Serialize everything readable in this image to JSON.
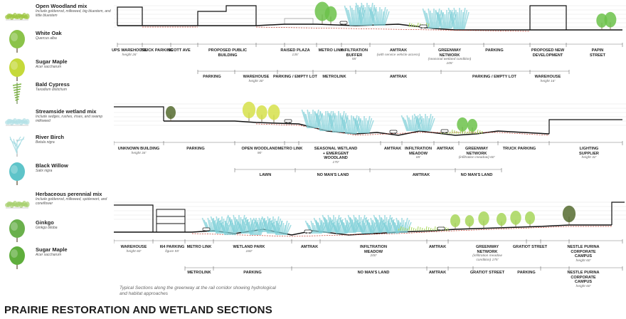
{
  "legend": [
    {
      "name": "Open Woodland mix",
      "sub": "Include goldenrod, milkweed, big bluestem, and little bluestem",
      "icon": "open-woodland-icon",
      "color": "#9bc53d"
    },
    {
      "name": "White Oak",
      "sub": "Quercus alba",
      "icon": "white-oak-icon",
      "color": "#8bc34a"
    },
    {
      "name": "Sugar Maple",
      "sub": "Acer saccharum",
      "icon": "sugar-maple-icon",
      "color": "#c5d93a"
    },
    {
      "name": "Bald Cypress",
      "sub": "Taxodium distichum",
      "icon": "bald-cypress-icon",
      "color": "#7cb342"
    },
    {
      "name": "Streamside wetland mix",
      "sub": "Include sedges, rushes, irises, and swamp milkweed",
      "icon": "streamside-wetland-icon",
      "color": "#b2e0e6"
    },
    {
      "name": "River Birch",
      "sub": "Betula nigra",
      "icon": "river-birch-icon",
      "color": "#a7dce3"
    },
    {
      "name": "Black Willow",
      "sub": "Salix nigra",
      "icon": "black-willow-icon",
      "color": "#5ec4c9"
    },
    {
      "name": "Herbaceous perennial mix",
      "sub": "Include goldenrod, milkweed, spiderwort, and coneflower",
      "icon": "herbaceous-perennial-icon",
      "color": "#a5cf6b"
    },
    {
      "name": "Ginkgo",
      "sub": "Ginkgo biloba",
      "icon": "ginkgo-icon",
      "color": "#6ab04c"
    },
    {
      "name": "Sugar Maple",
      "sub": "Acer saccharum",
      "icon": "sugar-maple-2-icon",
      "color": "#5fae3c"
    }
  ],
  "sections": [
    {
      "top": [
        {
          "t": "UPS WAREHOUSE",
          "s": "height 26'"
        },
        {
          "t": "TRUCK PARKING",
          "s": ""
        },
        {
          "t": "SCOTT AVE",
          "s": ""
        },
        {
          "t": "PROPOSED PUBLIC BUILDING",
          "s": ""
        },
        {
          "t": "RAISED PLAZA",
          "s": "135'"
        },
        {
          "t": "METRO LINK",
          "s": ""
        },
        {
          "t": "INFILTRATION BUFFER",
          "s": "55'"
        },
        {
          "t": "AMTRAK",
          "s": "(with service vehicle access)"
        },
        {
          "t": "GREENWAY NETWORK",
          "s": "(seasonal wetland condition) 105'"
        },
        {
          "t": "PARKING",
          "s": ""
        },
        {
          "t": "PROPOSED NEW DEVELOPMENT",
          "s": ""
        },
        {
          "t": "PAPIN STREET",
          "s": ""
        }
      ],
      "bottom": [
        {
          "t": "PARKING",
          "s": ""
        },
        {
          "t": "WAREHOUSE",
          "s": "height 30'"
        },
        {
          "t": "PARKING / EMPTY LOT",
          "s": ""
        },
        {
          "t": "METROLINK",
          "s": ""
        },
        {
          "t": "AMTRAK",
          "s": ""
        },
        {
          "t": "PARKING / EMPTY LOT",
          "s": ""
        },
        {
          "t": "WAREHOUSE",
          "s": "height 16'"
        }
      ]
    },
    {
      "top": [
        {
          "t": "UNKNOWN BUILDING",
          "s": "height 34'"
        },
        {
          "t": "PARKING",
          "s": ""
        },
        {
          "t": "OPEN WOODLAND",
          "s": "90'"
        },
        {
          "t": "METRO LINK",
          "s": ""
        },
        {
          "t": "SEASONAL WETLAND + EMERGENT WOODLAND",
          "s": "170'"
        },
        {
          "t": "AMTRAK",
          "s": ""
        },
        {
          "t": "INFILTRATION MEADOW",
          "s": "65'"
        },
        {
          "t": "AMTRAK",
          "s": ""
        },
        {
          "t": "GREENWAY NETWORK",
          "s": "(infiltration meadow) 60'"
        },
        {
          "t": "TRUCK PARKING",
          "s": ""
        },
        {
          "t": "LIGHTING SUPPLIER",
          "s": "height 32'"
        }
      ],
      "bottom": [
        {
          "t": "LAWN",
          "s": ""
        },
        {
          "t": "NO MAN'S LAND",
          "s": ""
        },
        {
          "t": "AMTRAK",
          "s": ""
        },
        {
          "t": "NO MAN'S LAND",
          "s": ""
        }
      ]
    },
    {
      "top": [
        {
          "t": "WAREHOUSE",
          "s": "height 60'"
        },
        {
          "t": "I64 PARKING",
          "s": "figure 55'"
        },
        {
          "t": "METRO LINK",
          "s": ""
        },
        {
          "t": "WETLAND PARK",
          "s": "160'"
        },
        {
          "t": "AMTRAK",
          "s": ""
        },
        {
          "t": "INFILTRATION MEADOW",
          "s": "200'"
        },
        {
          "t": "AMTRAK",
          "s": ""
        },
        {
          "t": "GREENWAY NETWORK",
          "s": "(infiltration meadow condition) 175'"
        },
        {
          "t": "GRATIOT STREET",
          "s": ""
        },
        {
          "t": "NESTLE PURINA CORPORATE CAMPUS",
          "s": "height 60'"
        }
      ],
      "bottom": [
        {
          "t": "METROLINK",
          "s": ""
        },
        {
          "t": "PARKING",
          "s": ""
        },
        {
          "t": "NO MAN'S LAND",
          "s": ""
        },
        {
          "t": "AMTRAK",
          "s": ""
        },
        {
          "t": "GRATIOT STREET",
          "s": ""
        },
        {
          "t": "PARKING",
          "s": ""
        },
        {
          "t": "NESTLE PURINA CORPORATE CAMPUS",
          "s": "height 60'"
        }
      ]
    }
  ],
  "caption": "Typical Sections along the greenway at the rail corridor showing hydrological and habitat approaches",
  "title": "PRAIRIE RESTORATION AND WETLAND SECTIONS",
  "colors": {
    "ground": "#111111",
    "rail": "#c0392b",
    "willow": "#7fd0d8",
    "meadow": "#a7d65a",
    "woodland": "#d6e14a",
    "tree": "#6cc24a",
    "grid": "#d9d9d9"
  }
}
